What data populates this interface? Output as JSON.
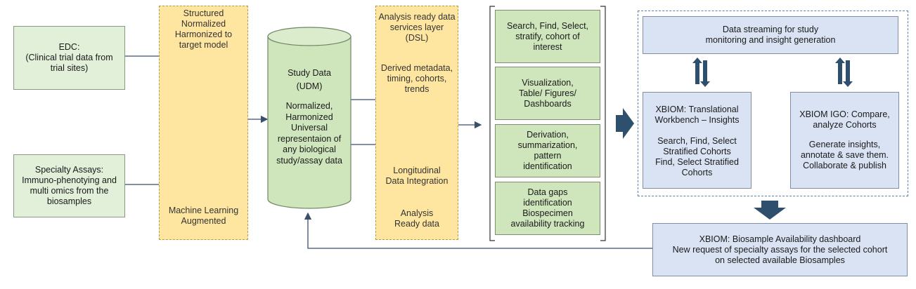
{
  "sources": {
    "edc": [
      "EDC:",
      "(Clinical trial data from",
      "trial sites)"
    ],
    "assays": [
      "Specialty Assays:",
      "Immuno-phenotying and",
      "multi omics from the",
      "biosamples"
    ]
  },
  "panel1": {
    "top": [
      "Structured",
      "Normalized",
      "Harmonized to",
      "target model"
    ],
    "bottom": [
      "Machine Learning",
      "Augmented"
    ]
  },
  "cylinder": {
    "title": "Study Data",
    "subtitle": "(UDM)",
    "body": [
      "Normalized,",
      "Harmonized",
      "Universal",
      "representaion of",
      "any biological",
      "study/assay data"
    ]
  },
  "panel2": {
    "a": [
      "Analysis ready data",
      "services layer",
      "(DSL)"
    ],
    "b": [
      "Derived metadata,",
      "timing, cohorts,",
      "trends"
    ],
    "c": [
      "Longitudinal",
      "Data Integration"
    ],
    "d": [
      "Analysis",
      "Ready data"
    ]
  },
  "services": [
    [
      "Search, Find, Select,",
      "stratify, cohort of",
      "interest"
    ],
    [
      "Visualization,",
      "Table/ Figures/",
      "Dashboards"
    ],
    [
      "Derivation,",
      "summarization,",
      "pattern",
      "identification"
    ],
    [
      "Data gaps",
      "identification",
      "Biospecimen",
      "availability tracking"
    ]
  ],
  "streaming": [
    "Data streaming for study",
    "monitoring and insight generation"
  ],
  "workbench": {
    "title": [
      "XBIOM: Translational",
      "Workbench – Insights"
    ],
    "body": [
      "Search, Find, Select",
      "Stratified Cohorts",
      "Find, Select Stratified",
      "Cohorts"
    ]
  },
  "igo": {
    "title": [
      "XBIOM  IGO: Compare,",
      "analyze Cohorts"
    ],
    "body": [
      "Generate insights,",
      "annotate & save them.",
      "Collaborate & publish"
    ]
  },
  "biosample": [
    "XBIOM: Biosample Availability dashboard",
    "New request of specialty assays for the selected cohort",
    "on selected available Biosamples"
  ],
  "colors": {
    "green_box": "#e2efd9",
    "cylinder": "#cfe6bd",
    "yellow_panel": "#ffe6a0",
    "blue_box": "#dae3f3",
    "arrow": "#2f4f6f",
    "connector": "#3a4f6a"
  }
}
